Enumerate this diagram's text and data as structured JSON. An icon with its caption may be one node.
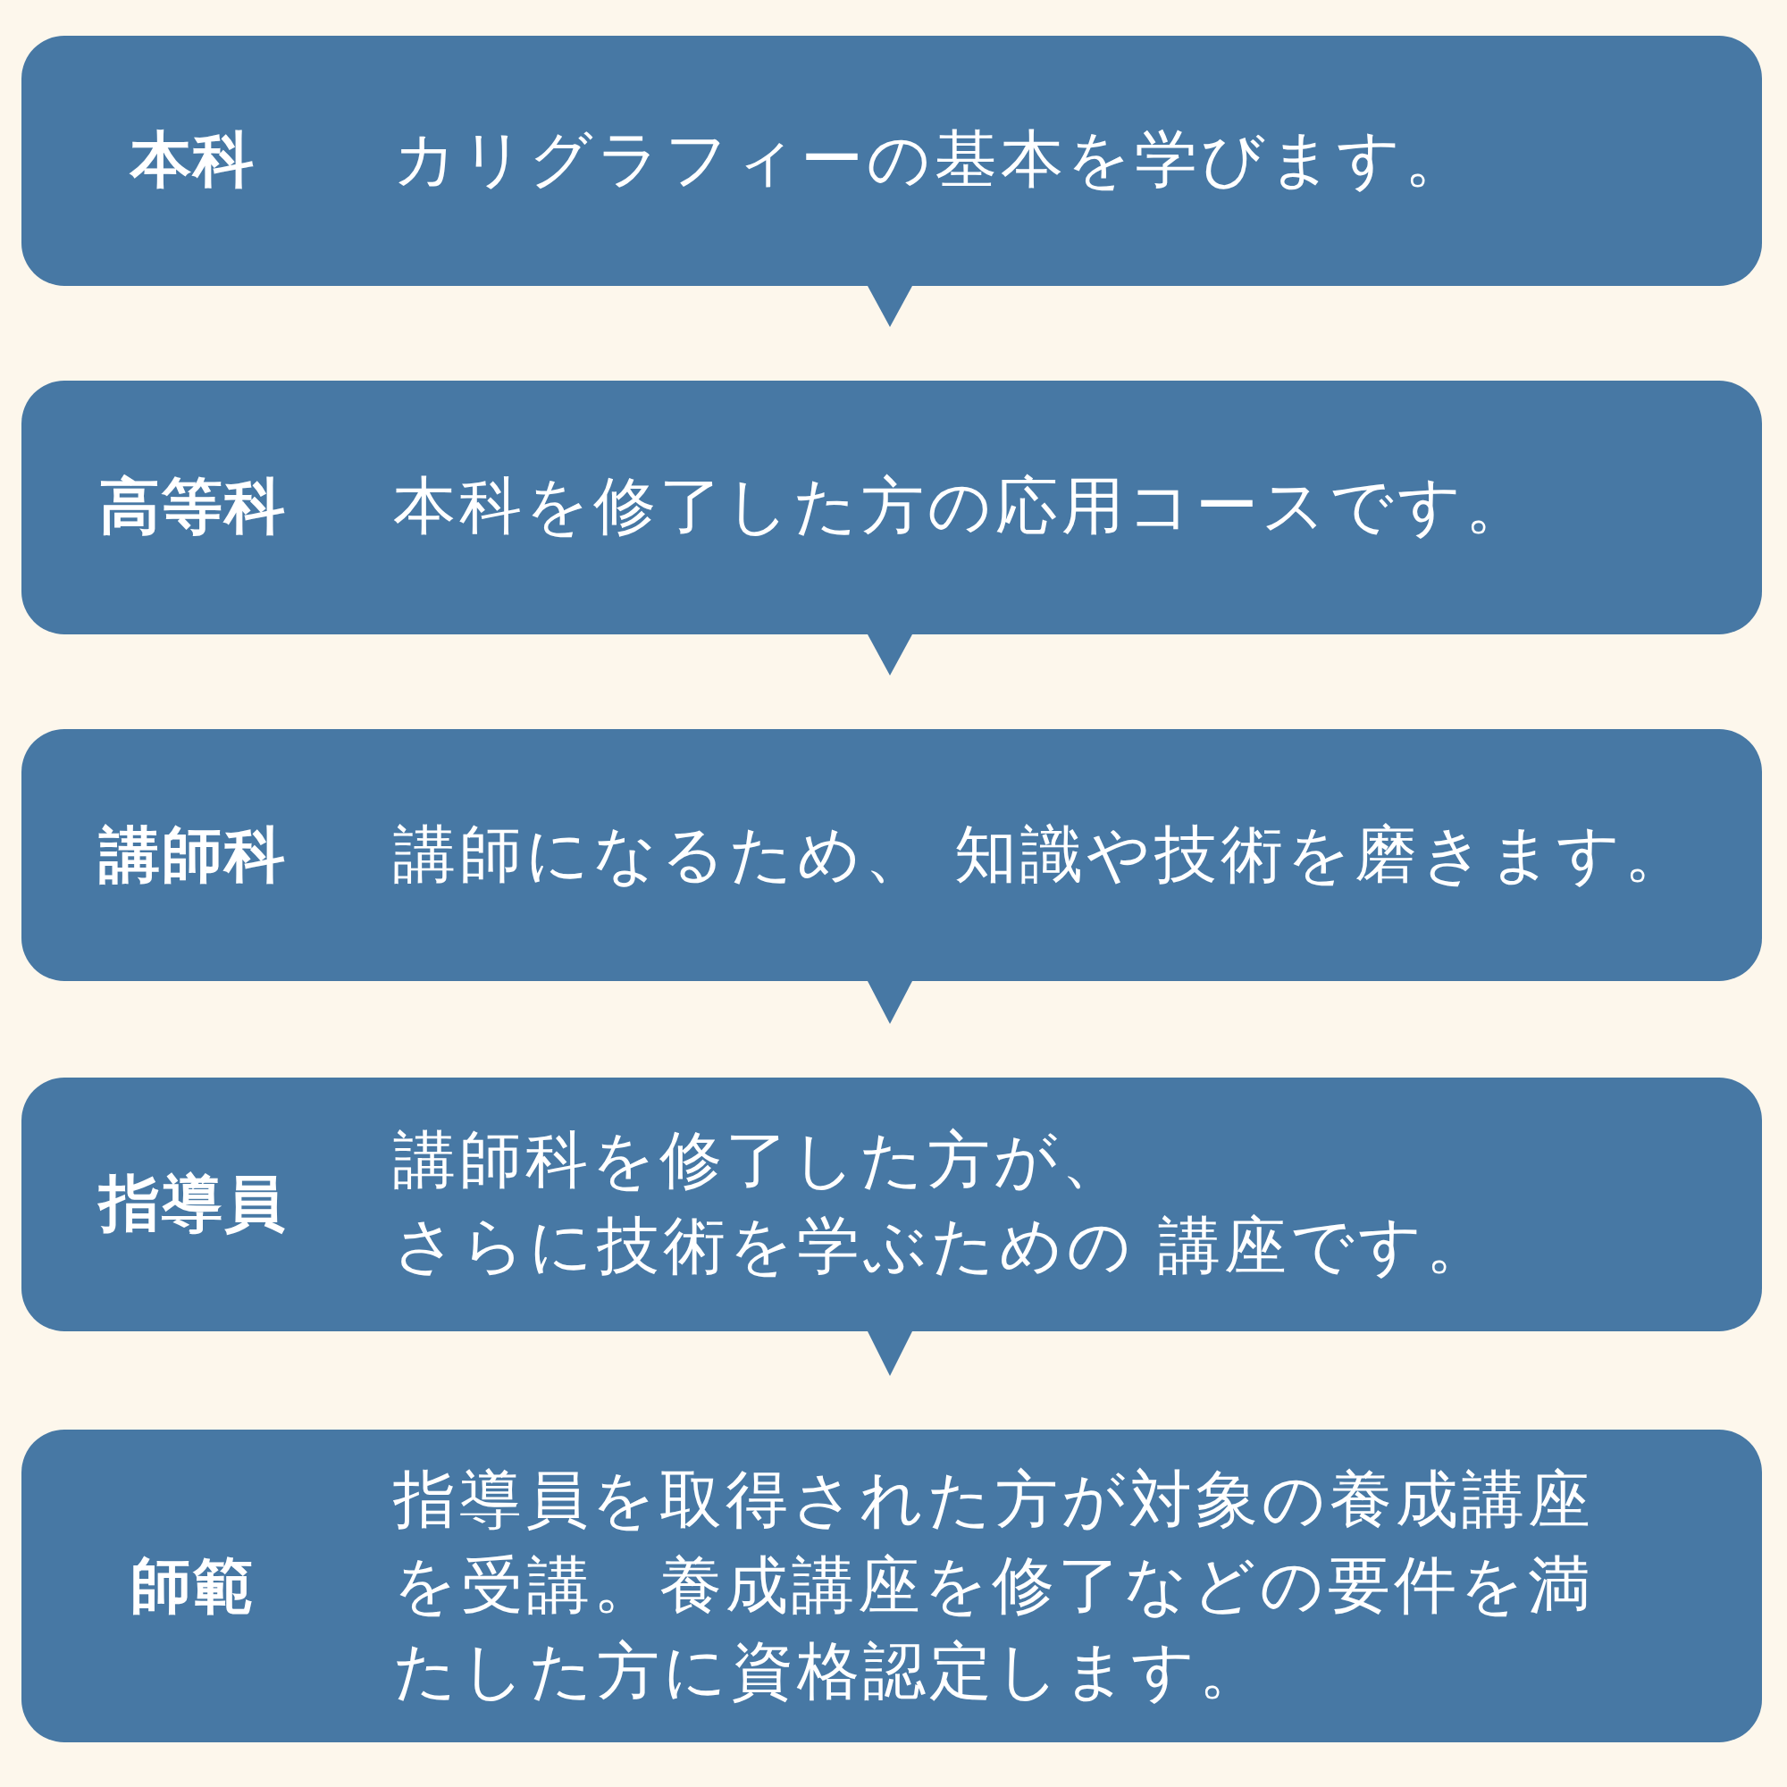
{
  "diagram": {
    "nodes": [
      {
        "text": [
          "本科",
          "カリグラフィーの基本を学びます。"
        ]
      },
      {
        "text": [
          "高等科",
          "本科を修了した方の応用コースです。"
        ]
      },
      {
        "text": [
          "講師科",
          "講師になるため、 知識や技術を磨きます。"
        ]
      },
      {
        "text": [
          "指導員",
          "講師科を修了した方が、さらに技術を学ぶための 講座です。"
        ]
      },
      {
        "text": [
          "師範",
          "指導員を取得された方が対象の養成講座を受講。養成講座を修了などの要件を満たした方に資格認定します。"
        ]
      }
    ],
    "edges": [
      {
        "from": 0,
        "to": 1,
        "arrow": "to"
      },
      {
        "from": 1,
        "to": 2,
        "arrow": "to"
      },
      {
        "from": 2,
        "to": 3,
        "arrow": "to"
      },
      {
        "from": 3,
        "to": 4,
        "arrow": "to"
      }
    ]
  }
}
